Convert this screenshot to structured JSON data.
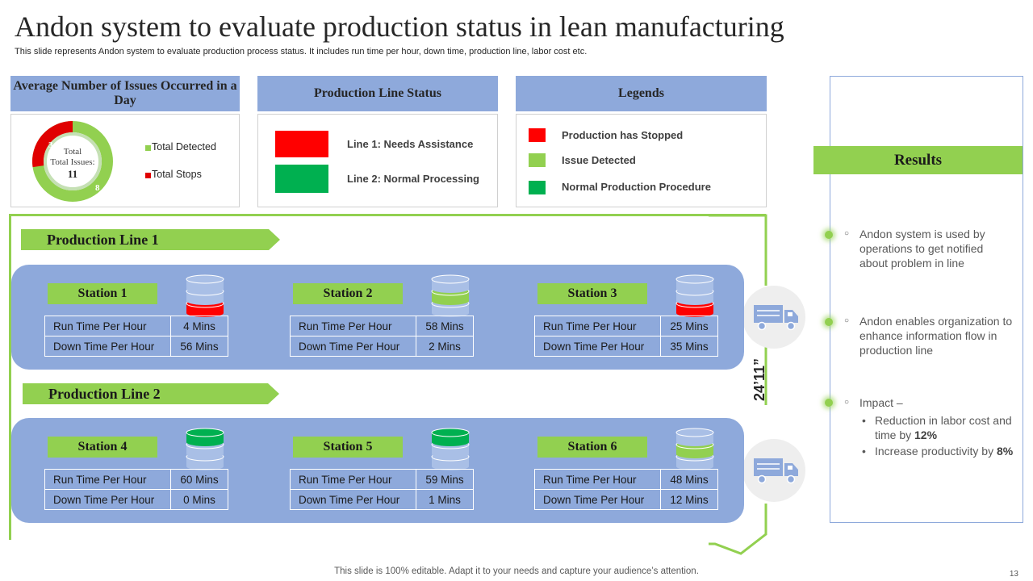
{
  "title": "Andon system to evaluate production status in lean manufacturing",
  "subtitle": "This slide represents Andon system to evaluate production process status. It includes run time per hour, down time, production line, labor cost etc.",
  "issues_panel": {
    "header": "Average Number of Issues Occurred in a Day",
    "donut_center_label": "Total Issues:",
    "donut_center_value": "11",
    "detected_value": "8",
    "stops_value": "3",
    "legend_detected": "Total Detected",
    "legend_stops": "Total Stops",
    "color_detected": "#92d050",
    "color_stops": "#e00000"
  },
  "status_panel": {
    "header": "Production Line Status",
    "line1": "Line 1: Needs Assistance",
    "line2": "Line 2: Normal Processing",
    "line1_color": "#ff0000",
    "line2_color": "#00b050"
  },
  "legends_panel": {
    "header": "Legends",
    "items": [
      {
        "label": "Production has Stopped",
        "color": "#ff0000"
      },
      {
        "label": "Issue Detected",
        "color": "#92d050"
      },
      {
        "label": "Normal Production Procedure",
        "color": "#00b050"
      }
    ]
  },
  "production_lines": [
    {
      "name": "Production Line 1",
      "stations": [
        {
          "name": "Station 1",
          "run_label": "Run Time Per Hour",
          "run": "4 Mins",
          "down_label": "Down Time Per Hour",
          "down": "56 Mins",
          "status_color": "#ff0000",
          "status_pos": "bottom"
        },
        {
          "name": "Station 2",
          "run_label": "Run Time Per Hour",
          "run": "58 Mins",
          "down_label": "Down Time Per Hour",
          "down": "2 Mins",
          "status_color": "#92d050",
          "status_pos": "middle"
        },
        {
          "name": "Station 3",
          "run_label": "Run Time Per Hour",
          "run": "25 Mins",
          "down_label": "Down Time Per Hour",
          "down": "35 Mins",
          "status_color": "#ff0000",
          "status_pos": "bottom"
        }
      ]
    },
    {
      "name": "Production Line 2",
      "stations": [
        {
          "name": "Station 4",
          "run_label": "Run Time Per Hour",
          "run": "60 Mins",
          "down_label": "Down Time Per Hour",
          "down": "0 Mins",
          "status_color": "#00b050",
          "status_pos": "top"
        },
        {
          "name": "Station 5",
          "run_label": "Run Time Per Hour",
          "run": "59 Mins",
          "down_label": "Down Time Per Hour",
          "down": "1 Mins",
          "status_color": "#00b050",
          "status_pos": "top"
        },
        {
          "name": "Station 6",
          "run_label": "Run Time Per Hour",
          "run": "48 Mins",
          "down_label": "Down Time Per Hour",
          "down": "12 Mins",
          "status_color": "#92d050",
          "status_pos": "middle"
        }
      ]
    }
  ],
  "vertical_label": "24’11”",
  "results": {
    "header": "Results",
    "item1": "Andon system is used by operations to get notified about problem in line",
    "item2": "Andon enables organization to enhance information flow in production line",
    "item3": "Impact –",
    "sub1_prefix": "Reduction in labor cost and time by ",
    "sub1_value": "12%",
    "sub2_prefix": "Increase productivity by ",
    "sub2_value": "8%"
  },
  "footer": "This slide is 100% editable. Adapt it to your needs and capture your audience’s attention.",
  "page_number": "13"
}
